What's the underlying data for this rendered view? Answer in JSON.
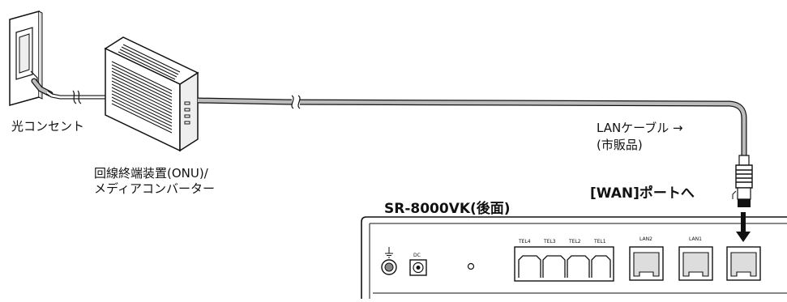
{
  "labels": {
    "outlet": "光コンセント",
    "onu_line1": "回線終端装置(ONU)/",
    "onu_line2": "メディアコンバーター",
    "cable_line1": "LANケーブル →",
    "cable_line2": "(市販品)",
    "wan_instruction": "[WAN]ポートへ",
    "model": "SR-8000VK(後面)"
  },
  "ports": {
    "dc": "DC",
    "tel4": "TEL4",
    "tel3": "TEL3",
    "tel2": "TEL2",
    "tel1": "TEL1",
    "lan2": "LAN2",
    "lan1": "LAN1"
  },
  "icons": {
    "ground": "ground-icon"
  }
}
